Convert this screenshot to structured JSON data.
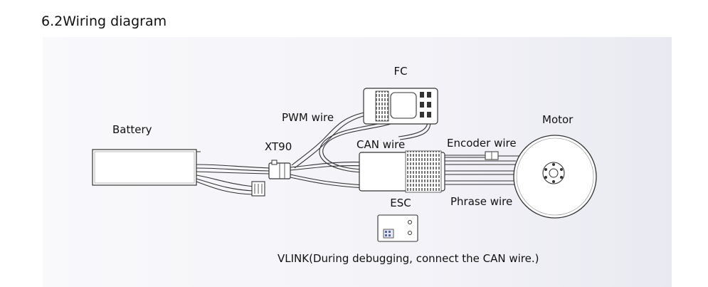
{
  "heading": "6.2Wiring diagram",
  "labels": {
    "fc": "FC",
    "battery": "Battery",
    "pwm_wire": "PWM wire",
    "xt90": "XT90",
    "can_wire": "CAN wire",
    "encoder_wire": "Encoder wire",
    "motor": "Motor",
    "esc": "ESC",
    "phrase_wire": "Phrase wire",
    "vlink_note": "VLINK(During debugging, connect the CAN wire.)"
  }
}
